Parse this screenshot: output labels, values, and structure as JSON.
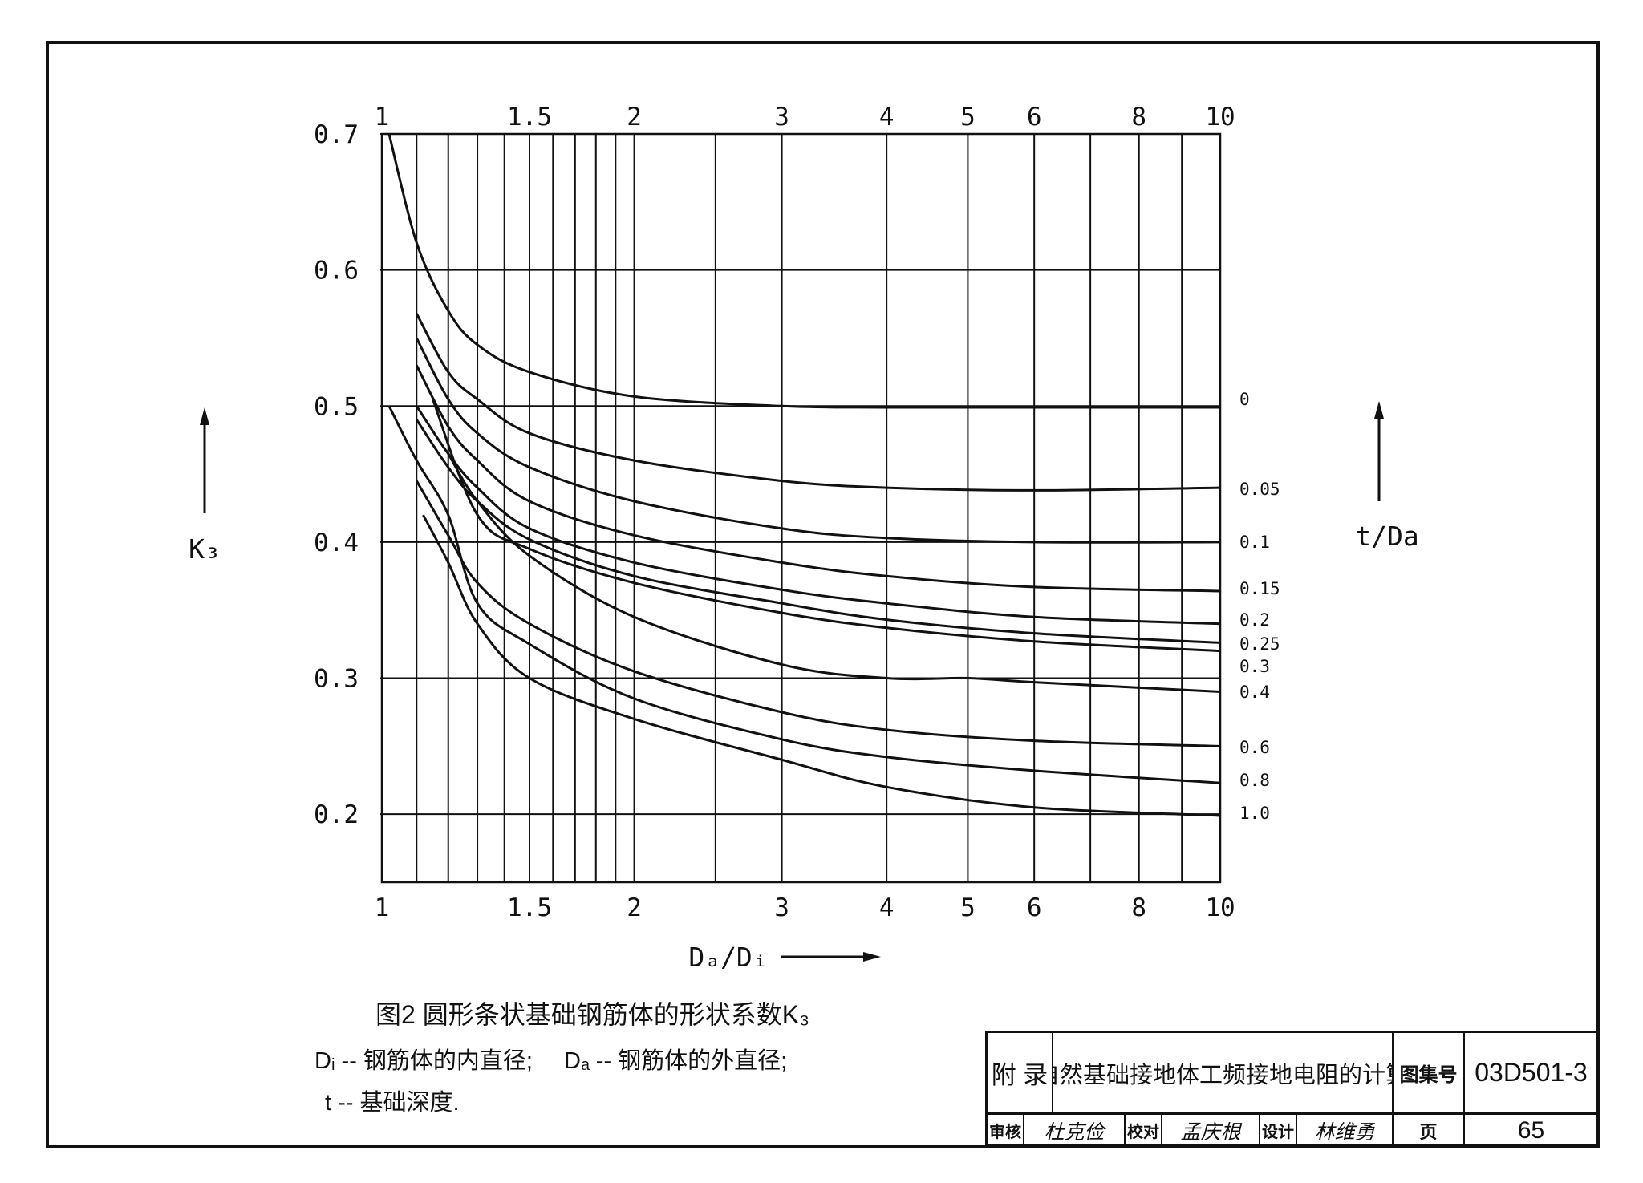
{
  "chart_data": {
    "type": "line",
    "title": "图2 圆形条状基础钢筋体的形状系数K₃",
    "xlabel": "Dₐ/Dᵢ",
    "ylabel": "K₃",
    "series_axis_label": "t/Da",
    "x_scale": "log",
    "xlim": [
      1,
      10
    ],
    "ylim": [
      0.15,
      0.7
    ],
    "x_tick_labels": [
      "1",
      "1.5",
      "2",
      "3",
      "4",
      "5",
      "6",
      "8",
      "10"
    ],
    "y_tick_labels": [
      "0.7",
      "0.6",
      "0.5",
      "0.4",
      "0.3",
      "0.2"
    ],
    "series": [
      {
        "name": "0",
        "x": [
          1.02,
          1.1,
          1.2,
          1.3,
          1.5,
          2.0,
          3.0,
          4.0,
          6.0,
          10.0
        ],
        "y": [
          0.7,
          0.62,
          0.57,
          0.545,
          0.525,
          0.507,
          0.5,
          0.499,
          0.499,
          0.499
        ]
      },
      {
        "name": "0.05",
        "x": [
          1.1,
          1.2,
          1.3,
          1.5,
          2.0,
          3.0,
          4.0,
          6.0,
          10.0
        ],
        "y": [
          0.568,
          0.525,
          0.505,
          0.48,
          0.46,
          0.445,
          0.44,
          0.438,
          0.44
        ]
      },
      {
        "name": "0.1",
        "x": [
          1.1,
          1.2,
          1.3,
          1.5,
          2.0,
          3.0,
          4.0,
          6.0,
          10.0
        ],
        "y": [
          0.55,
          0.505,
          0.48,
          0.455,
          0.43,
          0.41,
          0.403,
          0.4,
          0.4
        ]
      },
      {
        "name": "0.15",
        "x": [
          1.1,
          1.2,
          1.3,
          1.5,
          2.0,
          3.0,
          4.0,
          6.0,
          10.0
        ],
        "y": [
          0.53,
          0.485,
          0.46,
          0.43,
          0.405,
          0.385,
          0.375,
          0.367,
          0.364
        ]
      },
      {
        "name": "0.2",
        "x": [
          1.1,
          1.2,
          1.3,
          1.5,
          2.0,
          3.0,
          4.0,
          6.0,
          10.0
        ],
        "y": [
          0.5,
          0.465,
          0.44,
          0.41,
          0.385,
          0.365,
          0.355,
          0.345,
          0.34
        ]
      },
      {
        "name": "0.25",
        "x": [
          1.1,
          1.2,
          1.3,
          1.5,
          2.0,
          3.0,
          4.0,
          6.0,
          10.0
        ],
        "y": [
          0.49,
          0.455,
          0.43,
          0.402,
          0.375,
          0.355,
          0.343,
          0.333,
          0.326
        ]
      },
      {
        "name": "0.3",
        "x": [
          1.15,
          1.3,
          1.5,
          2.0,
          3.0,
          4.0,
          6.0,
          10.0
        ],
        "y": [
          0.505,
          0.42,
          0.395,
          0.37,
          0.348,
          0.337,
          0.327,
          0.32
        ]
      },
      {
        "name": "0.4",
        "x": [
          1.2,
          1.3,
          1.5,
          2.0,
          3.0,
          4.0,
          5.0,
          6.0,
          10.0
        ],
        "y": [
          0.465,
          0.43,
          0.39,
          0.345,
          0.31,
          0.3,
          0.3,
          0.297,
          0.29
        ]
      },
      {
        "name": "0.6",
        "x": [
          1.1,
          1.2,
          1.3,
          1.5,
          2.0,
          3.0,
          4.0,
          6.0,
          10.0
        ],
        "y": [
          0.445,
          0.405,
          0.37,
          0.34,
          0.305,
          0.275,
          0.262,
          0.254,
          0.25
        ]
      },
      {
        "name": "0.8",
        "x": [
          1.02,
          1.1,
          1.2,
          1.3,
          1.5,
          2.0,
          3.0,
          4.0,
          6.0,
          10.0
        ],
        "y": [
          0.5,
          0.46,
          0.42,
          0.355,
          0.325,
          0.285,
          0.255,
          0.242,
          0.232,
          0.223
        ]
      },
      {
        "name": "1.0",
        "x": [
          1.12,
          1.2,
          1.3,
          1.5,
          2.0,
          3.0,
          4.0,
          6.0,
          10.0
        ],
        "y": [
          0.42,
          0.385,
          0.34,
          0.3,
          0.27,
          0.24,
          0.22,
          0.205,
          0.199
        ]
      }
    ],
    "grid": true
  },
  "legend": {
    "line1_a": "Dᵢ -- 钢筋体的内直径;",
    "line1_b": "Dₐ -- 钢筋体的外直径;",
    "line2": "t -- 基础深度."
  },
  "title_block": {
    "section": "附 录",
    "title": "自然基础接地体工频接地电阻的计算",
    "atlas_no_label": "图集号",
    "atlas_no": "03D501-3",
    "review_label": "审核",
    "review_sign": "杜克俭",
    "proof_label": "校对",
    "proof_sign": "孟庆根",
    "design_label": "设计",
    "design_sign": "林维勇",
    "page_label": "页",
    "page_no": "65"
  }
}
